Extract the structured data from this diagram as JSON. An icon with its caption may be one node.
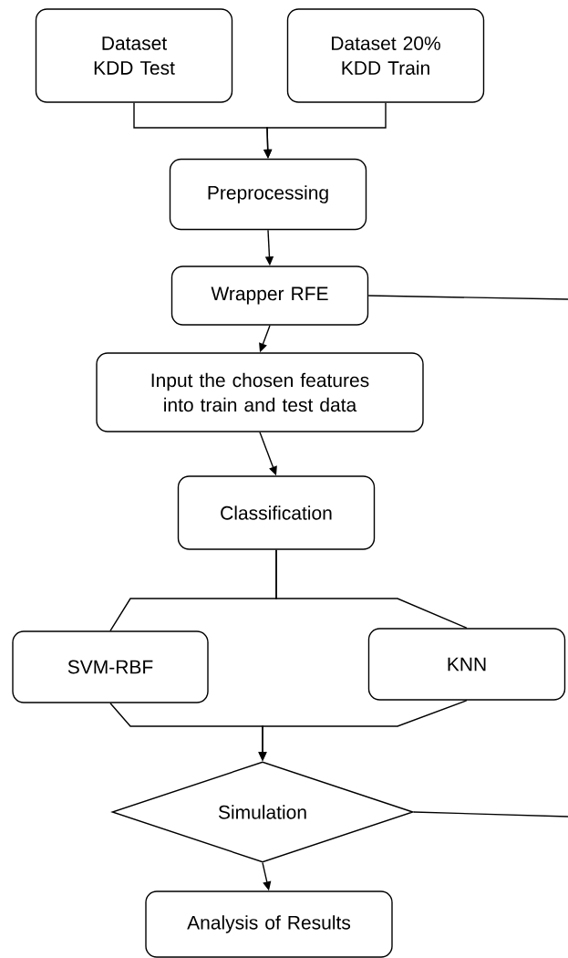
{
  "diagram": {
    "nodes": [
      {
        "text": [
          "Dataset KDD Test"
        ]
      },
      {
        "text": [
          "Dataset 20% KDD Train"
        ]
      },
      {
        "text": [
          "Preprocessing"
        ]
      },
      {
        "text": [
          "Wrapper RFE"
        ]
      },
      {
        "text": [
          "Input the chosen features into train and test data"
        ]
      },
      {
        "text": [
          "Classification"
        ]
      },
      {
        "text": [
          "SVM-RBF"
        ]
      },
      {
        "text": [
          "KNN"
        ]
      },
      {
        "text": [
          "Simulation"
        ]
      },
      {
        "text": [
          "Analysis of Results"
        ]
      }
    ],
    "edges": [
      {
        "from": 0,
        "to": 2,
        "arrow": "to"
      },
      {
        "from": 1,
        "to": 2,
        "arrow": "to"
      },
      {
        "from": 2,
        "to": 3,
        "arrow": "to"
      },
      {
        "from": 3,
        "to": null,
        "arrow": "none"
      },
      {
        "from": 3,
        "to": 4,
        "arrow": "to"
      },
      {
        "from": 4,
        "to": 5,
        "arrow": "to"
      },
      {
        "from": 5,
        "to": 6,
        "arrow": "none"
      },
      {
        "from": 5,
        "to": 7,
        "arrow": "none"
      },
      {
        "from": 6,
        "to": 8,
        "arrow": "to"
      },
      {
        "from": 7,
        "to": 8,
        "arrow": "to"
      },
      {
        "from": 8,
        "to": null,
        "arrow": "none"
      },
      {
        "from": 8,
        "to": 9,
        "arrow": "to"
      }
    ]
  }
}
